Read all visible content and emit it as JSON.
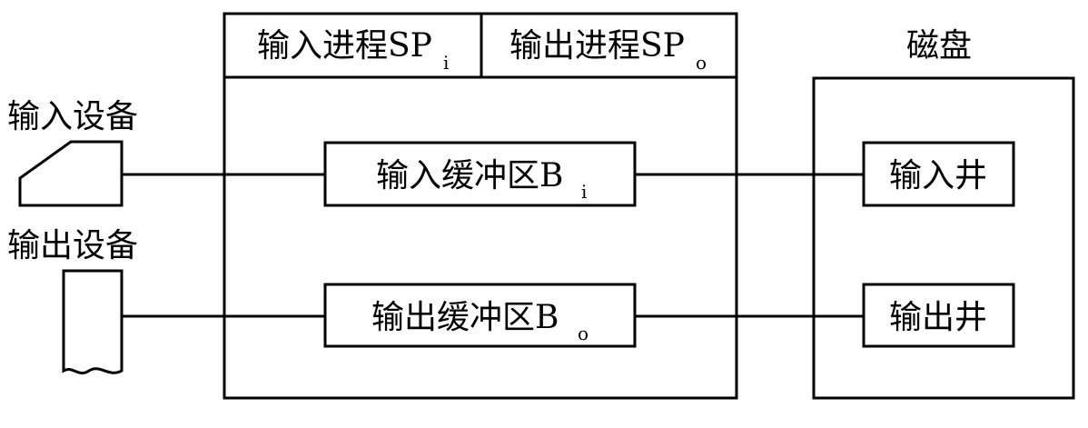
{
  "diagram": {
    "input_device": {
      "label": "输入设备"
    },
    "output_device": {
      "label": "输出设备"
    },
    "spooling_box": {
      "input_process": {
        "main": "输入进程SP",
        "sub": "i"
      },
      "output_process": {
        "main": "输出进程SP",
        "sub": "o"
      },
      "input_buffer": {
        "main": "输入缓冲区B",
        "sub": "i"
      },
      "output_buffer": {
        "main": "输出缓冲区B",
        "sub": "o"
      }
    },
    "disk": {
      "label": "磁盘",
      "input_well": "输入井",
      "output_well": "输出井"
    }
  }
}
